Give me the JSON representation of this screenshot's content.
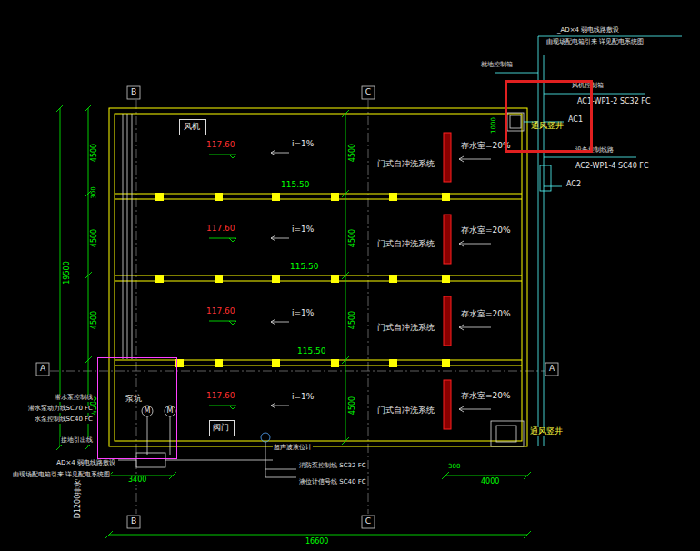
{
  "diagram": {
    "nodes": [
      {
        "text": [
          "风机"
        ]
      },
      {
        "text": [
          "泵坑"
        ]
      },
      {
        "text": [
          "阀门"
        ]
      },
      {
        "text": [
          "通风竖井"
        ]
      }
    ],
    "labels": [
      "_AD×4 弱电线路敷设",
      "由现场配电箱引来 详见配电系统图",
      "就地控制箱",
      "风机控制箱",
      "AC1-WP1-2 SC32 FC",
      "AC1",
      "1000",
      "设备控制线路",
      "AC2-WP1-4 SC40 FC",
      "AC2",
      "B",
      "C",
      "A",
      "A",
      "B",
      "C",
      "117.60",
      "117.60",
      "117.60",
      "117.60",
      "i=1%",
      "i=1%",
      "i=1%",
      "i=1%",
      "115.50",
      "115.50",
      "115.50",
      "门式自冲洗系统",
      "门式自冲洗系统",
      "门式自冲洗系统",
      "门式自冲洗系统",
      "存水室=20%",
      "存水室=20%",
      "存水室=20%",
      "存水室=20%",
      "4500",
      "4500",
      "4500",
      "4500",
      "300",
      "19500",
      "4500",
      "4500",
      "4500",
      "4500",
      "3400",
      "300",
      "4000",
      "16600",
      "D1200排水管",
      "潜水泵控制线",
      "潜水泵动力线SC70 FC",
      "水泵控制线SC40 FC",
      "接地引出线",
      "_AD×4 弱电线路敷设",
      "由现场配电箱引来 详见配电系统图",
      "超声波液位计",
      "消防泵控制线 SC32 FC",
      "液位计信号线 SC40 FC",
      "M",
      "M",
      "通风竖井"
    ]
  }
}
